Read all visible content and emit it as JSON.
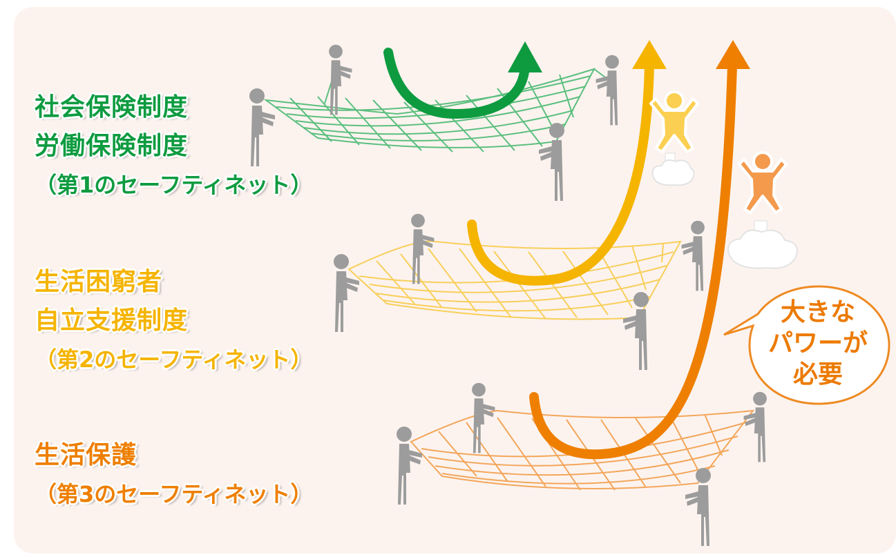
{
  "labels": {
    "tier1": {
      "line1": "社会保険制度",
      "line2": "労働保険制度",
      "line3": "（第1のセーフティネット）",
      "color": "#0e9b40"
    },
    "tier2": {
      "line1": "生活困窮者",
      "line2": "自立支援制度",
      "line3": "（第2のセーフティネット）",
      "color": "#f5b400"
    },
    "tier3": {
      "line1": "生活保護",
      "line2": "（第3のセーフティネット）",
      "color": "#ee7f00"
    }
  },
  "callout": {
    "line1": "大きな",
    "line2": "パワーが",
    "line3": "必要",
    "color": "#ec7a00"
  },
  "colors": {
    "background": "#fcf3ef",
    "person_gray": "#9c9c9c",
    "net_green": "#5bbf7e",
    "net_yellow": "#f8cf5a",
    "net_orange": "#f3a65a",
    "arrow_green": "#0e9b40",
    "arrow_yellow": "#f5b400",
    "arrow_orange": "#ee7f00"
  },
  "icons": [
    "person-holding-net-icon",
    "jumping-person-icon",
    "cloud-icon",
    "curved-arrow-icon"
  ]
}
